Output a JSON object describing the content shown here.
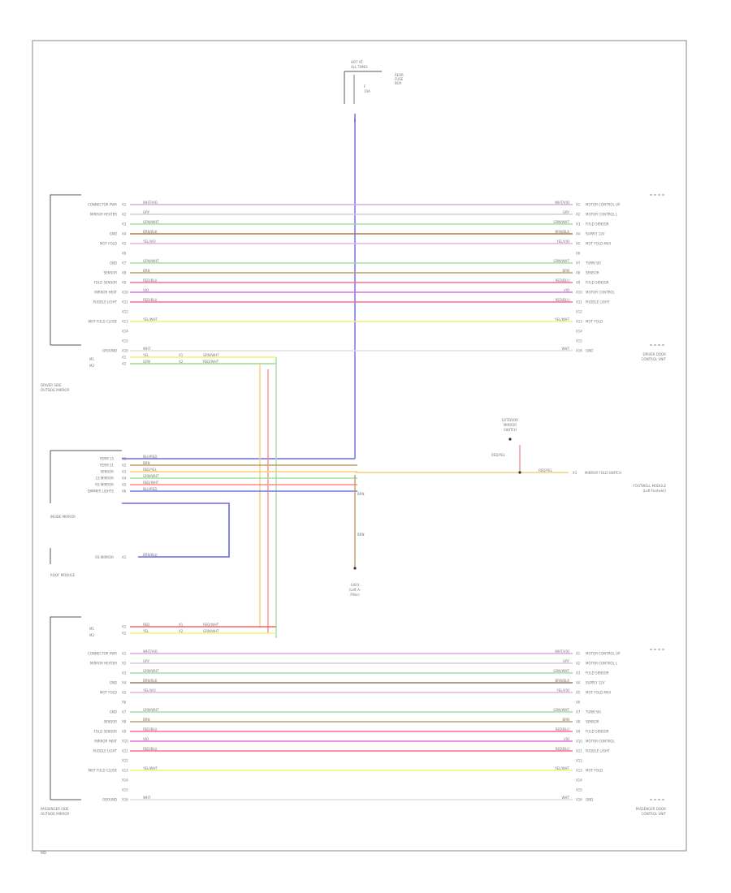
{
  "fuse": {
    "lines": [
      "HOT AT",
      "ALL TIMES"
    ],
    "side": [
      "REAR",
      "FUSE",
      "BOX"
    ],
    "fuse": [
      "F",
      "10A"
    ]
  },
  "top_unit": {
    "label": [
      "DRIVER DOOR",
      "CONTROL UNIT"
    ]
  },
  "top_left_unit": {
    "label": [
      "DRIVER SIDE",
      "OUTSIDE MIRROR"
    ]
  },
  "bottom_unit": {
    "label": [
      "PASSENGER DOOR",
      "CONTROL UNIT"
    ]
  },
  "bottom_left_unit": {
    "label": [
      "PASSENGER SIDE",
      "OUTSIDE MIRROR"
    ]
  },
  "inside_mirror": {
    "label": "INSIDE MIRROR"
  },
  "roof_module": {
    "label": "ROOF MODULE",
    "pin_label": "RS MIRROR",
    "wire": "BRN/BLU"
  },
  "ground": {
    "label": [
      "G401",
      "(Left A-",
      "Pillar)"
    ]
  },
  "switch_unit": {
    "label": [
      "FOOTWELL MODULE",
      "(Left Footwell)"
    ],
    "pin_label": "MIRROR FOLD SWITCH"
  },
  "switch": {
    "label": [
      "EXTERIOR",
      "MIRROR",
      "SWITCH"
    ],
    "wire": "RED/YEL"
  },
  "top_rows": [
    {
      "left": "CONNECTOR PWR",
      "pin": "X1",
      "wire": "WHT/VIO",
      "right": "MOTOR CONTROL UP"
    },
    {
      "left": "MIRROR HEATER",
      "pin": "X2",
      "wire": "GRY",
      "right": "MOTOR CONTROL L"
    },
    {
      "left": "",
      "pin": "X3",
      "wire": "GRN/WHT",
      "right": "FOLD SENSOR"
    },
    {
      "left": "GND",
      "pin": "X4",
      "wire": "BRN/BLK",
      "right": "SUPPLY 12V"
    },
    {
      "left": "MOT FOLD",
      "pin": "X5",
      "wire": "YEL/VIO",
      "right": "MOT FOLD MAX"
    },
    {
      "left": "",
      "pin": "X6",
      "wire": "",
      "right": ""
    },
    {
      "left": "GND",
      "pin": "X7",
      "wire": "GRN/WHT",
      "right": "TURN SIG"
    },
    {
      "left": "SENSOR",
      "pin": "X8",
      "wire": "BRN",
      "right": "SENSOR"
    },
    {
      "left": "FOLD SENSOR",
      "pin": "X9",
      "wire": "RED/BLU",
      "right": "FOLD SENSOR"
    },
    {
      "left": "MIRROR HEAT",
      "pin": "X10",
      "wire": "VIO",
      "right": "MOTOR CONTROL"
    },
    {
      "left": "PUDDLE LIGHT",
      "pin": "X11",
      "wire": "RED/BLU",
      "right": "PUDDLE LIGHT"
    },
    {
      "left": "",
      "pin": "X12",
      "wire": "",
      "right": ""
    },
    {
      "left": "MOT FOLD CLOSE",
      "pin": "X13",
      "wire": "YEL/WHT",
      "right": "MOT FOLD"
    },
    {
      "left": "",
      "pin": "X14",
      "wire": "",
      "right": ""
    },
    {
      "left": "",
      "pin": "X15",
      "wire": "",
      "right": ""
    },
    {
      "left": "GROUND",
      "pin": "X16",
      "wire": "WHT",
      "right": "GND"
    }
  ],
  "bottom_rows": [
    {
      "left": "CONNECTOR PWR",
      "pin": "X1",
      "wire": "WHT/VIO",
      "right": "MOTOR CONTROL UP"
    },
    {
      "left": "MIRROR HEATER",
      "pin": "X2",
      "wire": "GRY",
      "right": "MOTOR CONTROL L"
    },
    {
      "left": "",
      "pin": "X3",
      "wire": "GRN/WHT",
      "right": "FOLD SENSOR"
    },
    {
      "left": "GND",
      "pin": "X4",
      "wire": "BRN/BLK",
      "right": "SUPPLY 12V"
    },
    {
      "left": "MOT FOLD",
      "pin": "X5",
      "wire": "YEL/VIO",
      "right": "MOT FOLD MAX"
    },
    {
      "left": "",
      "pin": "X6",
      "wire": "",
      "right": ""
    },
    {
      "left": "GND",
      "pin": "X7",
      "wire": "GRN/WHT",
      "right": "TURN SIG"
    },
    {
      "left": "SENSOR",
      "pin": "X8",
      "wire": "BRN",
      "right": "SENSOR"
    },
    {
      "left": "FOLD SENSOR",
      "pin": "X9",
      "wire": "RED/BLU",
      "right": "FOLD SENSOR"
    },
    {
      "left": "MIRROR HEAT",
      "pin": "X10",
      "wire": "VIO",
      "right": "MOTOR CONTROL"
    },
    {
      "left": "PUDDLE LIGHT",
      "pin": "X11",
      "wire": "RED/BLU",
      "right": "PUDDLE LIGHT"
    },
    {
      "left": "",
      "pin": "X12",
      "wire": "",
      "right": ""
    },
    {
      "left": "MOT FOLD CLOSE",
      "pin": "X13",
      "wire": "YEL/WHT",
      "right": "MOT FOLD"
    },
    {
      "left": "",
      "pin": "X14",
      "wire": "",
      "right": ""
    },
    {
      "left": "",
      "pin": "X15",
      "wire": "",
      "right": ""
    },
    {
      "left": "GROUND",
      "pin": "X16",
      "wire": "WHT",
      "right": "GND"
    }
  ],
  "top_bus": [
    {
      "pin": "X1",
      "wire": "YEL",
      "conn": "X1",
      "wire2": "GRN/WHT"
    },
    {
      "pin": "X2",
      "wire": "GRN",
      "conn": "X2",
      "wire2": "RED/WHT"
    }
  ],
  "bottom_bus": [
    {
      "pin": "X1",
      "wire": "RED",
      "conn": "X1",
      "wire2": "RED/WHT"
    },
    {
      "pin": "X2",
      "wire": "YEL",
      "conn": "X2",
      "wire2": "GRN/WHT"
    }
  ],
  "mid_rows": [
    {
      "left": "TERM 15",
      "pin": "X1",
      "wire": "BLU/RED"
    },
    {
      "left": "TERM 31",
      "pin": "X2",
      "wire": "BRN"
    },
    {
      "left": "SENSOR",
      "pin": "X3",
      "wire": "RED/YEL"
    },
    {
      "left": "LS MIRROR",
      "pin": "X4",
      "wire": "GRN/WHT"
    },
    {
      "left": "RS MIRROR",
      "pin": "X5",
      "wire": "RED/WHT"
    },
    {
      "left": "DIMMER LIGHTS",
      "pin": "X6",
      "wire": "BLU/RED"
    }
  ],
  "vertical_wires": [
    "BRN",
    "BRN"
  ],
  "footer": "WD"
}
